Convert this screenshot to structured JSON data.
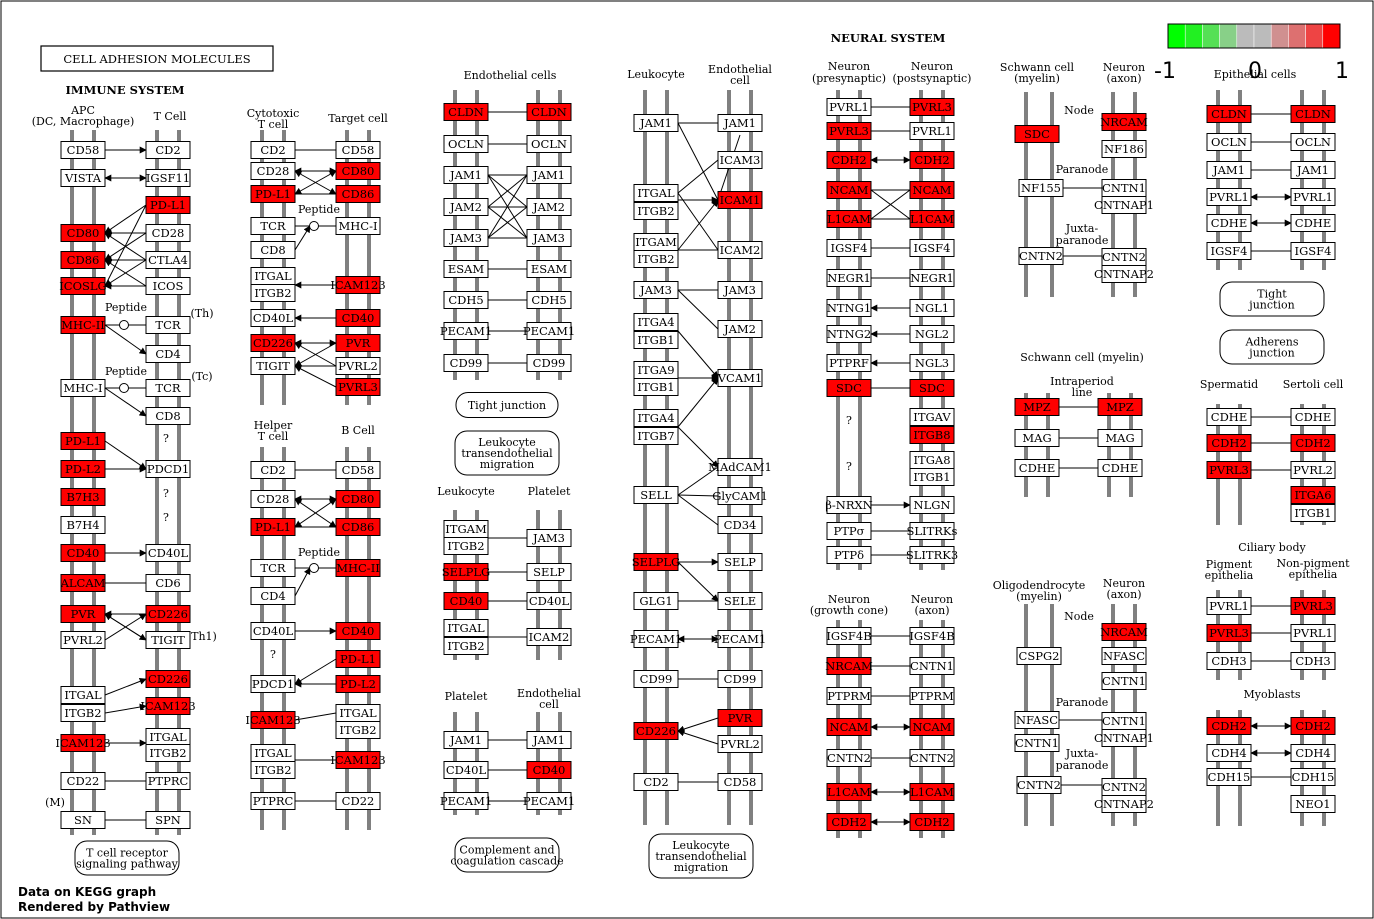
{
  "header": {
    "title": "CELL ADHESION MOLECULES",
    "immune_system": "IMMUNE SYSTEM",
    "neural_system": "NEURAL SYSTEM"
  },
  "legend": {
    "min_label": "-1",
    "mid_label": "0",
    "max_label": "1",
    "colors": [
      "#00ff00",
      "#22f022",
      "#55e055",
      "#88d088",
      "#bbbbbb",
      "#bbbbbb",
      "#d09090",
      "#dd7070",
      "#ee4444",
      "#ff0000"
    ]
  },
  "footer": {
    "line1": "Data on KEGG graph",
    "line2": "Rendered by Pathview"
  },
  "colors": {
    "up": "#ff0000",
    "neutral": "#ffffff",
    "track": "#808080"
  },
  "labels": [
    "APC",
    "(DC, Macrophage)",
    "T Cell",
    "Peptide",
    "Peptide",
    "(Th)",
    "(Tc)",
    "(M)",
    "Th1)",
    "?",
    "?",
    "?",
    "Cytotoxic",
    "T cell",
    "Target cell",
    "Peptide",
    "Helper",
    "T cell",
    "B Cell",
    "Peptide",
    "?",
    "Endothelial cells",
    "Leukocyte",
    "Platelet",
    "Platelet",
    "Endothelial",
    "cell",
    "Leukocyte",
    "Endothelial",
    "cell",
    "Neuron",
    "(presynaptic)",
    "Neuron",
    "(postsynaptic)",
    "?",
    "?",
    "Neuron",
    "(growth cone)",
    "Neuron",
    "(axon)",
    "Schwann cell",
    "(myelin)",
    "Neuron",
    "(axon)",
    "Node",
    "Paranode",
    "Juxta-",
    "paranode",
    "Schwann cell (myelin)",
    "Intraperiod",
    "line",
    "Oligodendrocyte",
    "(myelin)",
    "Neuron",
    "(axon)",
    "Node",
    "Paranode",
    "Juxta-",
    "paranode",
    "Epithelial cells",
    "Spermatid",
    "Sertoli cell",
    "Ciliary body",
    "Pigment",
    "epithelia",
    "Non-pigment",
    "epithelia",
    "Myoblasts"
  ],
  "pathway_links": [
    "T cell receptor|signaling pathway",
    "Tight junction",
    "Leukocyte|transendothelial|migration",
    "Complement and|coagulation cascade",
    "Leukocyte|transendothelial|migration",
    "Tight|junction",
    "Adherens|junction"
  ],
  "genes": [
    {
      "label": "CD58",
      "up": false
    },
    {
      "label": "VISTA",
      "up": false
    },
    {
      "label": "CD80",
      "up": true
    },
    {
      "label": "CD86",
      "up": true
    },
    {
      "label": "ICOSLG",
      "up": true
    },
    {
      "label": "MHC-II",
      "up": true
    },
    {
      "label": "MHC-I",
      "up": false
    },
    {
      "label": "PD-L1",
      "up": true
    },
    {
      "label": "PD-L2",
      "up": true
    },
    {
      "label": "B7H3",
      "up": true
    },
    {
      "label": "B7H4",
      "up": false
    },
    {
      "label": "CD40",
      "up": true
    },
    {
      "label": "ALCAM",
      "up": true
    },
    {
      "label": "PVR",
      "up": true
    },
    {
      "label": "PVRL2",
      "up": false
    },
    {
      "label": "ITGAL",
      "up": false
    },
    {
      "label": "ITGB2",
      "up": false
    },
    {
      "label": "ICAM123",
      "up": true
    },
    {
      "label": "CD22",
      "up": false
    },
    {
      "label": "SN",
      "up": false
    },
    {
      "label": "CD2",
      "up": false
    },
    {
      "label": "IGSF11",
      "up": false
    },
    {
      "label": "PD-L1",
      "up": true
    },
    {
      "label": "CD28",
      "up": false
    },
    {
      "label": "CTLA4",
      "up": false
    },
    {
      "label": "ICOS",
      "up": false
    },
    {
      "label": "TCR",
      "up": false
    },
    {
      "label": "CD4",
      "up": false
    },
    {
      "label": "TCR",
      "up": false
    },
    {
      "label": "CD8",
      "up": false
    },
    {
      "label": "PDCD1",
      "up": false
    },
    {
      "label": "CD40L",
      "up": false
    },
    {
      "label": "CD6",
      "up": false
    },
    {
      "label": "CD226",
      "up": true
    },
    {
      "label": "TIGIT",
      "up": false
    },
    {
      "label": "CD226",
      "up": true
    },
    {
      "label": "ICAM123",
      "up": true
    },
    {
      "label": "ITGAL",
      "up": false
    },
    {
      "label": "ITGB2",
      "up": false
    },
    {
      "label": "PTPRC",
      "up": false
    },
    {
      "label": "SPN",
      "up": false
    },
    {
      "label": "CD2",
      "up": false
    },
    {
      "label": "CD28",
      "up": false
    },
    {
      "label": "PD-L1",
      "up": true
    },
    {
      "label": "TCR",
      "up": false
    },
    {
      "label": "CD8",
      "up": false
    },
    {
      "label": "ITGAL",
      "up": false
    },
    {
      "label": "ITGB2",
      "up": false
    },
    {
      "label": "CD40L",
      "up": false
    },
    {
      "label": "CD226",
      "up": true
    },
    {
      "label": "TIGIT",
      "up": false
    },
    {
      "label": "CD58",
      "up": false
    },
    {
      "label": "CD80",
      "up": true
    },
    {
      "label": "CD86",
      "up": true
    },
    {
      "label": "MHC-I",
      "up": false
    },
    {
      "label": "ICAM123",
      "up": true
    },
    {
      "label": "CD40",
      "up": true
    },
    {
      "label": "PVR",
      "up": true
    },
    {
      "label": "PVRL2",
      "up": false
    },
    {
      "label": "PVRL3",
      "up": true
    },
    {
      "label": "CD2",
      "up": false
    },
    {
      "label": "CD28",
      "up": false
    },
    {
      "label": "PD-L1",
      "up": true
    },
    {
      "label": "TCR",
      "up": false
    },
    {
      "label": "CD4",
      "up": false
    },
    {
      "label": "CD40L",
      "up": false
    },
    {
      "label": "PDCD1",
      "up": false
    },
    {
      "label": "ICAM123",
      "up": true
    },
    {
      "label": "ITGAL",
      "up": false
    },
    {
      "label": "ITGB2",
      "up": false
    },
    {
      "label": "PTPRC",
      "up": false
    },
    {
      "label": "CD58",
      "up": false
    },
    {
      "label": "CD80",
      "up": true
    },
    {
      "label": "CD86",
      "up": true
    },
    {
      "label": "MHC-II",
      "up": true
    },
    {
      "label": "CD40",
      "up": true
    },
    {
      "label": "PD-L1",
      "up": true
    },
    {
      "label": "PD-L2",
      "up": true
    },
    {
      "label": "ITGAL",
      "up": false
    },
    {
      "label": "ITGB2",
      "up": false
    },
    {
      "label": "ICAM123",
      "up": true
    },
    {
      "label": "CD22",
      "up": false
    },
    {
      "label": "CLDN",
      "up": true
    },
    {
      "label": "OCLN",
      "up": false
    },
    {
      "label": "JAM1",
      "up": false
    },
    {
      "label": "JAM2",
      "up": false
    },
    {
      "label": "JAM3",
      "up": false
    },
    {
      "label": "ESAM",
      "up": false
    },
    {
      "label": "CDH5",
      "up": false
    },
    {
      "label": "PECAM1",
      "up": false
    },
    {
      "label": "CD99",
      "up": false
    },
    {
      "label": "CLDN",
      "up": true
    },
    {
      "label": "OCLN",
      "up": false
    },
    {
      "label": "JAM1",
      "up": false
    },
    {
      "label": "JAM2",
      "up": false
    },
    {
      "label": "JAM3",
      "up": false
    },
    {
      "label": "ESAM",
      "up": false
    },
    {
      "label": "CDH5",
      "up": false
    },
    {
      "label": "PECAM1",
      "up": false
    },
    {
      "label": "CD99",
      "up": false
    },
    {
      "label": "ITGAM",
      "up": false
    },
    {
      "label": "ITGB2",
      "up": false
    },
    {
      "label": "SELPLG",
      "up": true
    },
    {
      "label": "CD40",
      "up": true
    },
    {
      "label": "ITGAL",
      "up": false
    },
    {
      "label": "ITGB2",
      "up": false
    },
    {
      "label": "JAM3",
      "up": false
    },
    {
      "label": "SELP",
      "up": false
    },
    {
      "label": "CD40L",
      "up": false
    },
    {
      "label": "ICAM2",
      "up": false
    },
    {
      "label": "JAM1",
      "up": false
    },
    {
      "label": "CD40L",
      "up": false
    },
    {
      "label": "PECAM1",
      "up": false
    },
    {
      "label": "JAM1",
      "up": false
    },
    {
      "label": "CD40",
      "up": true
    },
    {
      "label": "PECAM1",
      "up": false
    },
    {
      "label": "JAM1",
      "up": false
    },
    {
      "label": "ITGAL",
      "up": false
    },
    {
      "label": "ITGB2",
      "up": false
    },
    {
      "label": "ITGAM",
      "up": false
    },
    {
      "label": "ITGB2",
      "up": false
    },
    {
      "label": "JAM3",
      "up": false
    },
    {
      "label": "ITGA4",
      "up": false
    },
    {
      "label": "ITGB1",
      "up": false
    },
    {
      "label": "ITGA9",
      "up": false
    },
    {
      "label": "ITGB1",
      "up": false
    },
    {
      "label": "ITGA4",
      "up": false
    },
    {
      "label": "ITGB7",
      "up": false
    },
    {
      "label": "SELL",
      "up": false
    },
    {
      "label": "SELPLG",
      "up": true
    },
    {
      "label": "GLG1",
      "up": false
    },
    {
      "label": "PECAM1",
      "up": false
    },
    {
      "label": "CD99",
      "up": false
    },
    {
      "label": "CD226",
      "up": true
    },
    {
      "label": "CD2",
      "up": false
    },
    {
      "label": "JAM1",
      "up": false
    },
    {
      "label": "ICAM3",
      "up": false
    },
    {
      "label": "ICAM1",
      "up": true
    },
    {
      "label": "ICAM2",
      "up": false
    },
    {
      "label": "JAM3",
      "up": false
    },
    {
      "label": "JAM2",
      "up": false
    },
    {
      "label": "VCAM1",
      "up": false
    },
    {
      "label": "MAdCAM1",
      "up": false
    },
    {
      "label": "GlyCAM1",
      "up": false
    },
    {
      "label": "CD34",
      "up": false
    },
    {
      "label": "SELP",
      "up": false
    },
    {
      "label": "SELE",
      "up": false
    },
    {
      "label": "PECAM1",
      "up": false
    },
    {
      "label": "CD99",
      "up": false
    },
    {
      "label": "PVR",
      "up": true
    },
    {
      "label": "PVRL2",
      "up": false
    },
    {
      "label": "CD58",
      "up": false
    },
    {
      "label": "PVRL1",
      "up": false
    },
    {
      "label": "PVRL3",
      "up": true
    },
    {
      "label": "CDH2",
      "up": true
    },
    {
      "label": "NCAM",
      "up": true
    },
    {
      "label": "L1CAM",
      "up": true
    },
    {
      "label": "IGSF4",
      "up": false
    },
    {
      "label": "NEGR1",
      "up": false
    },
    {
      "label": "NTNG1",
      "up": false
    },
    {
      "label": "NTNG2",
      "up": false
    },
    {
      "label": "PTPRF",
      "up": false
    },
    {
      "label": "SDC",
      "up": true
    },
    {
      "label": "β-NRXN",
      "up": false
    },
    {
      "label": "PTPσ",
      "up": false
    },
    {
      "label": "PTPδ",
      "up": false
    },
    {
      "label": "PVRL3",
      "up": true
    },
    {
      "label": "PVRL1",
      "up": false
    },
    {
      "label": "CDH2",
      "up": true
    },
    {
      "label": "NCAM",
      "up": true
    },
    {
      "label": "L1CAM",
      "up": true
    },
    {
      "label": "IGSF4",
      "up": false
    },
    {
      "label": "NEGR1",
      "up": false
    },
    {
      "label": "NGL1",
      "up": false
    },
    {
      "label": "NGL2",
      "up": false
    },
    {
      "label": "NGL3",
      "up": false
    },
    {
      "label": "SDC",
      "up": true
    },
    {
      "label": "ITGAV",
      "up": false
    },
    {
      "label": "ITGB8",
      "up": true
    },
    {
      "label": "ITGA8",
      "up": false
    },
    {
      "label": "ITGB1",
      "up": false
    },
    {
      "label": "NLGN",
      "up": false
    },
    {
      "label": "SLITRKs",
      "up": false
    },
    {
      "label": "SLITRK3",
      "up": false
    },
    {
      "label": "IGSF4B",
      "up": false
    },
    {
      "label": "NRCAM",
      "up": true
    },
    {
      "label": "PTPRM",
      "up": false
    },
    {
      "label": "NCAM",
      "up": true
    },
    {
      "label": "CNTN2",
      "up": false
    },
    {
      "label": "L1CAM",
      "up": true
    },
    {
      "label": "CDH2",
      "up": true
    },
    {
      "label": "IGSF4B",
      "up": false
    },
    {
      "label": "CNTN1",
      "up": false
    },
    {
      "label": "PTPRM",
      "up": false
    },
    {
      "label": "NCAM",
      "up": true
    },
    {
      "label": "CNTN2",
      "up": false
    },
    {
      "label": "L1CAM",
      "up": true
    },
    {
      "label": "CDH2",
      "up": true
    },
    {
      "label": "SDC",
      "up": true
    },
    {
      "label": "NF155",
      "up": false
    },
    {
      "label": "CNTN2",
      "up": false
    },
    {
      "label": "NRCAM",
      "up": true
    },
    {
      "label": "NF186",
      "up": false
    },
    {
      "label": "CNTN1",
      "up": false
    },
    {
      "label": "CNTNAP1",
      "up": false
    },
    {
      "label": "CNTN2",
      "up": false
    },
    {
      "label": "CNTNAP2",
      "up": false
    },
    {
      "label": "MPZ",
      "up": true
    },
    {
      "label": "MAG",
      "up": false
    },
    {
      "label": "CDHE",
      "up": false
    },
    {
      "label": "MPZ",
      "up": true
    },
    {
      "label": "MAG",
      "up": false
    },
    {
      "label": "CDHE",
      "up": false
    },
    {
      "label": "CSPG2",
      "up": false
    },
    {
      "label": "NFASC",
      "up": false
    },
    {
      "label": "CNTN1",
      "up": false
    },
    {
      "label": "CNTN2",
      "up": false
    },
    {
      "label": "NRCAM",
      "up": true
    },
    {
      "label": "NFASC",
      "up": false
    },
    {
      "label": "CNTN1",
      "up": false
    },
    {
      "label": "CNTN1",
      "up": false
    },
    {
      "label": "CNTNAP1",
      "up": false
    },
    {
      "label": "CNTN2",
      "up": false
    },
    {
      "label": "CNTNAP2",
      "up": false
    },
    {
      "label": "CLDN",
      "up": true
    },
    {
      "label": "OCLN",
      "up": false
    },
    {
      "label": "JAM1",
      "up": false
    },
    {
      "label": "PVRL1",
      "up": false
    },
    {
      "label": "CDHE",
      "up": false
    },
    {
      "label": "IGSF4",
      "up": false
    },
    {
      "label": "CLDN",
      "up": true
    },
    {
      "label": "OCLN",
      "up": false
    },
    {
      "label": "JAM1",
      "up": false
    },
    {
      "label": "PVRL1",
      "up": false
    },
    {
      "label": "CDHE",
      "up": false
    },
    {
      "label": "IGSF4",
      "up": false
    },
    {
      "label": "CDHE",
      "up": false
    },
    {
      "label": "CDH2",
      "up": true
    },
    {
      "label": "PVRL3",
      "up": true
    },
    {
      "label": "CDHE",
      "up": false
    },
    {
      "label": "CDH2",
      "up": true
    },
    {
      "label": "PVRL2",
      "up": false
    },
    {
      "label": "ITGA6",
      "up": true
    },
    {
      "label": "ITGB1",
      "up": false
    },
    {
      "label": "PVRL1",
      "up": false
    },
    {
      "label": "PVRL3",
      "up": true
    },
    {
      "label": "CDH3",
      "up": false
    },
    {
      "label": "PVRL3",
      "up": true
    },
    {
      "label": "PVRL1",
      "up": false
    },
    {
      "label": "CDH3",
      "up": false
    },
    {
      "label": "CDH2",
      "up": true
    },
    {
      "label": "CDH4",
      "up": false
    },
    {
      "label": "CDH15",
      "up": false
    },
    {
      "label": "CDH2",
      "up": true
    },
    {
      "label": "CDH4",
      "up": false
    },
    {
      "label": "CDH15",
      "up": false
    },
    {
      "label": "NEO1",
      "up": false
    }
  ]
}
